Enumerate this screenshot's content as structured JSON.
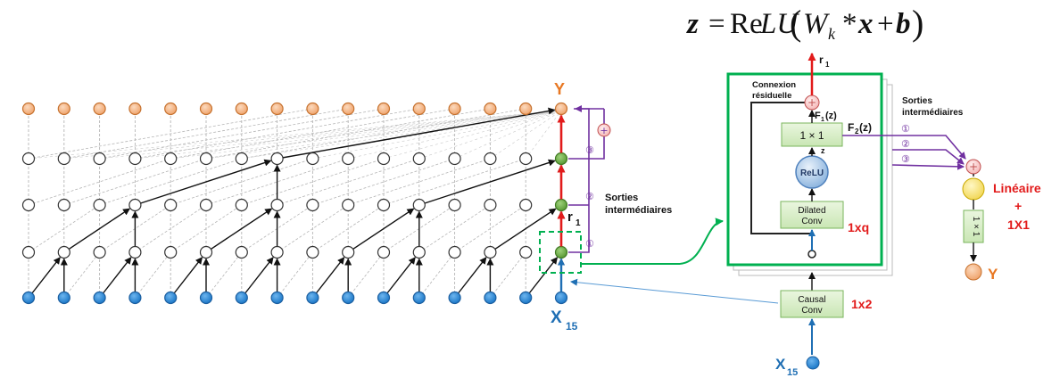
{
  "equation": {
    "z": "z",
    "eq": "=",
    "relu": "Re",
    "lu": "LU",
    "lparen": "(",
    "w": "W",
    "k": "k",
    "star": "*",
    "x": "x",
    "plus": "+",
    "b": "b",
    "rparen": ")"
  },
  "left": {
    "y_label": "Y",
    "x_label": "X",
    "x_sub": "15",
    "r_label": "r",
    "r_sub": "1",
    "circled": [
      "③",
      "②",
      "①"
    ],
    "sorties": [
      "Sorties",
      "intermédiaires"
    ],
    "plus": "+"
  },
  "block": {
    "r_label": "r",
    "r_sub": "1",
    "connexion": [
      "Connexion",
      "résiduelle"
    ],
    "f1": "F",
    "f1_sub": "1",
    "f1_arg": "(z)",
    "f2": "F",
    "f2_sub": "2",
    "f2_arg": "(z)",
    "conv1x1": "1 × 1",
    "z": "z",
    "relu": "ReLU",
    "dilated": [
      "Dilated",
      "Conv"
    ],
    "size_1xq": "1xq",
    "causal": [
      "Causal",
      "Conv"
    ],
    "size_1x2": "1x2",
    "x_label": "X",
    "x_sub": "15",
    "sorties": [
      "Sorties",
      "intermédiaires"
    ],
    "circled": [
      "①",
      "②",
      "③"
    ],
    "lineaire": [
      "Linéaire",
      "+",
      "1X1"
    ],
    "vert_conv": "1 × 1",
    "y_label": "Y",
    "plus": "+"
  },
  "colors": {
    "orange": "#f4b183",
    "blue": "#2e8ad8",
    "green": "#70ad47",
    "purple": "#7030a0",
    "red": "#e21b1b",
    "frame_green": "#00b050"
  }
}
